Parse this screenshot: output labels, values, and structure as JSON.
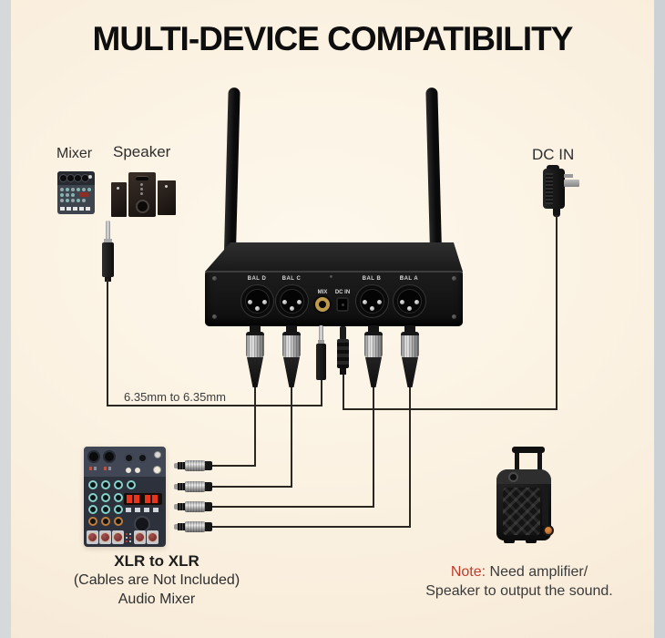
{
  "title": "MULTI-DEVICE COMPATIBILITY",
  "labels": {
    "mixer": "Mixer",
    "speaker": "Speaker",
    "dc_in": "DC IN",
    "cable": "6.35mm to 6.35mm"
  },
  "receiver": {
    "ports": [
      "BAL D",
      "BAL C",
      "MIX",
      "DC IN",
      "BAL B",
      "BAL A"
    ]
  },
  "footer_left": {
    "heading": "XLR to XLR",
    "line2": "(Cables are Not Included)",
    "line3": "Audio Mixer"
  },
  "note": {
    "label": "Note:",
    "text_after_label": " Need amplifier/",
    "line2": "Speaker to output the sound."
  },
  "colors": {
    "background": "#f9eedd",
    "note_red": "#c23b2a",
    "cable": "#2c2620",
    "gold_jack": "#bf9a4a"
  }
}
